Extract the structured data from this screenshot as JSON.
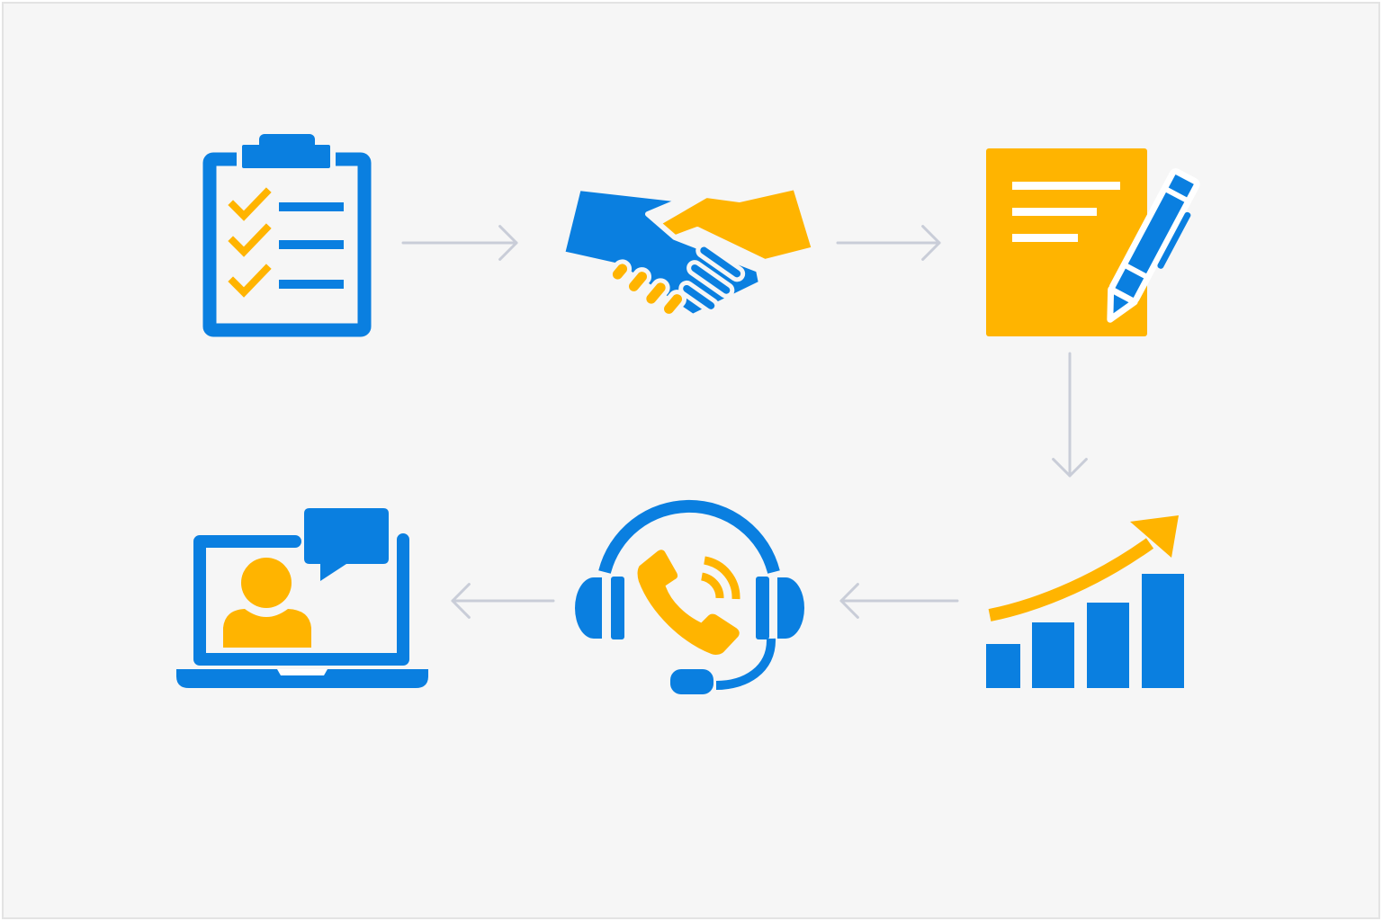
{
  "colors": {
    "blue": "#0a7fe0",
    "yellow": "#ffb400",
    "arrow": "#c9cdd8",
    "background": "#f6f6f6"
  },
  "steps": [
    {
      "icon": "clipboard-checklist-icon"
    },
    {
      "icon": "handshake-icon"
    },
    {
      "icon": "contract-signing-icon"
    },
    {
      "icon": "growth-chart-icon"
    },
    {
      "icon": "customer-support-headset-icon"
    },
    {
      "icon": "video-consultation-laptop-icon"
    }
  ],
  "connectors": [
    "right",
    "right",
    "down",
    "left",
    "left"
  ]
}
